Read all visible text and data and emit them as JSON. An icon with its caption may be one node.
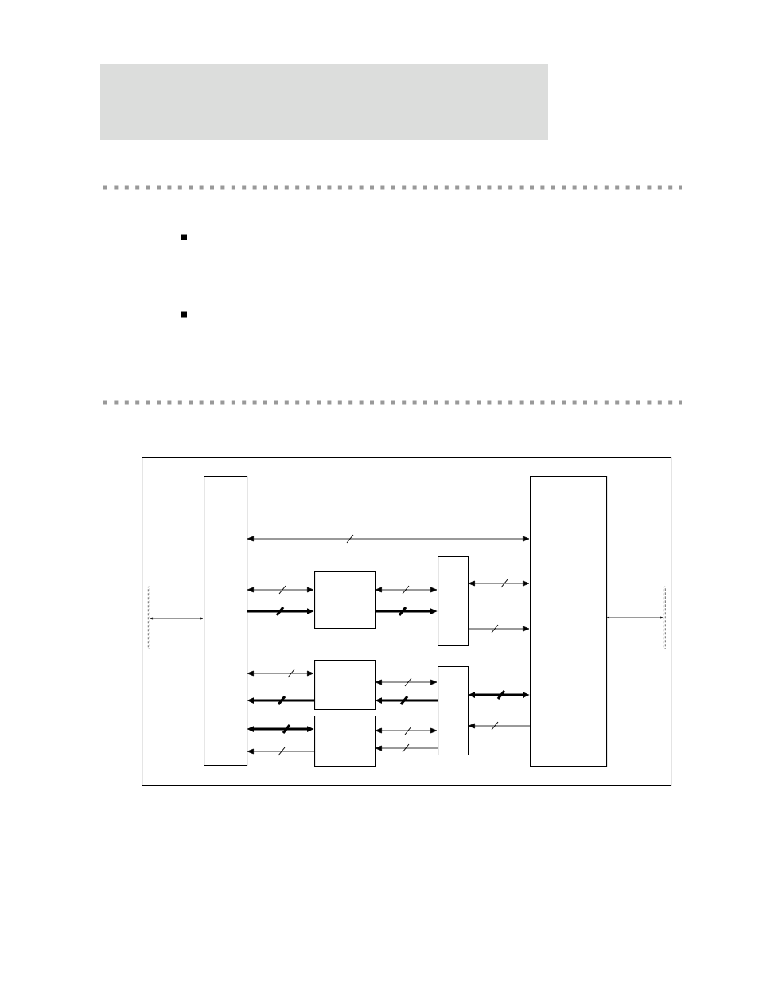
{
  "diagram": {
    "nodes": [
      {
        "text": [],
        "shape": "box"
      },
      {
        "text": [],
        "shape": "box",
        "in": 0
      },
      {
        "text": [],
        "shape": "box",
        "in": 0
      },
      {
        "text": [],
        "shape": "box",
        "in": 0
      },
      {
        "text": [],
        "shape": "box",
        "in": 0
      },
      {
        "text": [],
        "shape": "box",
        "in": 0
      },
      {
        "text": [],
        "shape": "box",
        "in": 0
      },
      {
        "text": [],
        "shape": "box",
        "in": 0
      },
      {
        "text": [],
        "shape": "bar",
        "in": 0
      },
      {
        "text": [],
        "shape": "bar",
        "in": 0
      }
    ],
    "edges": [
      {
        "from": 8,
        "to": 1,
        "arrow": "both"
      },
      {
        "from": 1,
        "to": 2,
        "arrow": "both"
      },
      {
        "from": 1,
        "to": 3,
        "arrow": "both"
      },
      {
        "from": 1,
        "to": 3,
        "arrow": "to",
        "style": "thick"
      },
      {
        "from": 3,
        "to": 6,
        "arrow": "both"
      },
      {
        "from": 3,
        "to": 6,
        "arrow": "to",
        "style": "thick"
      },
      {
        "from": 6,
        "to": 2,
        "arrow": "both"
      },
      {
        "from": 6,
        "to": 2,
        "arrow": "to"
      },
      {
        "from": 1,
        "to": 4,
        "arrow": "both"
      },
      {
        "from": 4,
        "to": 1,
        "arrow": "to",
        "style": "thick"
      },
      {
        "from": 4,
        "to": 7,
        "arrow": "both"
      },
      {
        "from": 7,
        "to": 4,
        "arrow": "to",
        "style": "thick"
      },
      {
        "from": 7,
        "to": 2,
        "arrow": "both",
        "style": "thick"
      },
      {
        "from": 2,
        "to": 7,
        "arrow": "to"
      },
      {
        "from": 1,
        "to": 5,
        "arrow": "both",
        "style": "thick"
      },
      {
        "from": 5,
        "to": 1,
        "arrow": "to"
      },
      {
        "from": 5,
        "to": 7,
        "arrow": "both"
      },
      {
        "from": 7,
        "to": 5,
        "arrow": "to"
      },
      {
        "from": 2,
        "to": 9,
        "arrow": "both"
      }
    ]
  }
}
